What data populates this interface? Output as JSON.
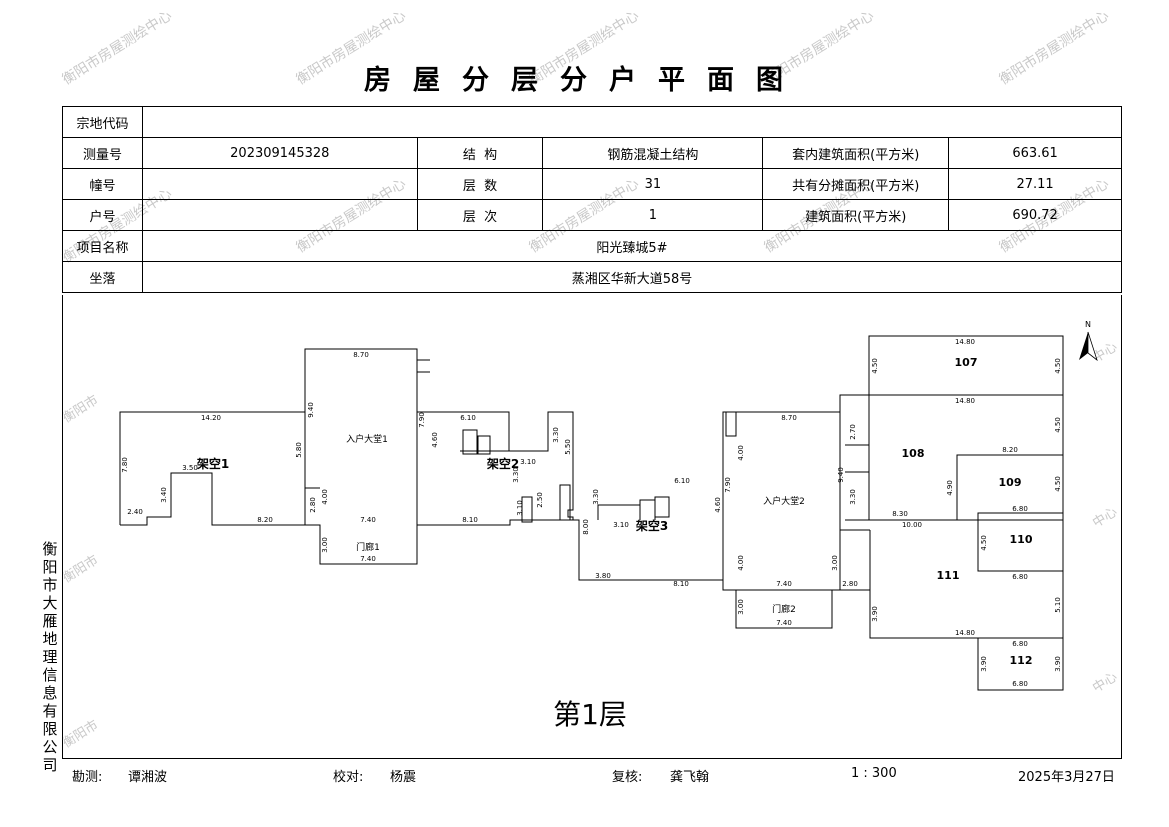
{
  "title": "房屋分层分户平面图",
  "watermark": "衡阳市房屋测绘中心",
  "watermark_fragments": [
    "衡阳市",
    "中心"
  ],
  "info": {
    "parcel_code_label": "宗地代码",
    "parcel_code_value": "",
    "survey_no_label": "测量号",
    "survey_no_value": "202309145328",
    "structure_label": "结  构",
    "structure_value": "钢筋混凝土结构",
    "inner_area_label": "套内建筑面积(平方米)",
    "inner_area_value": "663.61",
    "building_no_label": "幢号",
    "building_no_value": "",
    "floors_label": "层  数",
    "floors_value": "31",
    "shared_area_label": "共有分摊面积(平方米)",
    "shared_area_value": "27.11",
    "unit_no_label": "户号",
    "unit_no_value": "",
    "floor_label": "层  次",
    "floor_value": "1",
    "total_area_label": "建筑面积(平方米)",
    "total_area_value": "690.72",
    "project_label": "项目名称",
    "project_value": "阳光臻城5#",
    "location_label": "坐落",
    "location_value": "蒸湘区华新大道58号"
  },
  "plan": {
    "floor_label": "第1层",
    "north": "N",
    "rooms": [
      "架空1",
      "架空2",
      "架空3",
      "入户大堂1",
      "入户大堂2",
      "门廊1",
      "门廊2",
      "107",
      "108",
      "109",
      "110",
      "111",
      "112"
    ],
    "dims": [
      "14.20",
      "8.70",
      "6.10",
      "8.70",
      "14.80",
      "14.80",
      "8.20",
      "6.80",
      "10.00",
      "6.80",
      "14.80",
      "6.80",
      "6.80",
      "8.20",
      "7.40",
      "8.10",
      "7.40",
      "7.40",
      "3.80",
      "8.10",
      "7.40",
      "2.80",
      "3.10",
      "3.10",
      "6.10",
      "8.30",
      "3.50",
      "2.40",
      "7.80",
      "3.40",
      "9.40",
      "5.80",
      "2.80",
      "4.00",
      "3.00",
      "7.90",
      "4.60",
      "3.30",
      "5.50",
      "3.30",
      "4.60",
      "7.90",
      "4.00",
      "3.00",
      "3.00",
      "9.40",
      "3.30",
      "4.90",
      "4.50",
      "4.50",
      "4.50",
      "3.90",
      "3.90",
      "3.90",
      "4.50",
      "4.50",
      "5.10",
      "4.00",
      "2.70",
      "3.30",
      "8.00",
      "2.50",
      "3.10"
    ]
  },
  "company": "衡阳市大雁地理信息有限公司",
  "footer": {
    "surveyor_label": "勘测:",
    "surveyor": "谭湘波",
    "checker_label": "校对:",
    "checker": "杨震",
    "reviewer_label": "复核:",
    "reviewer": "龚飞翰",
    "scale": "1 : 300",
    "date": "2025年3月27日"
  }
}
